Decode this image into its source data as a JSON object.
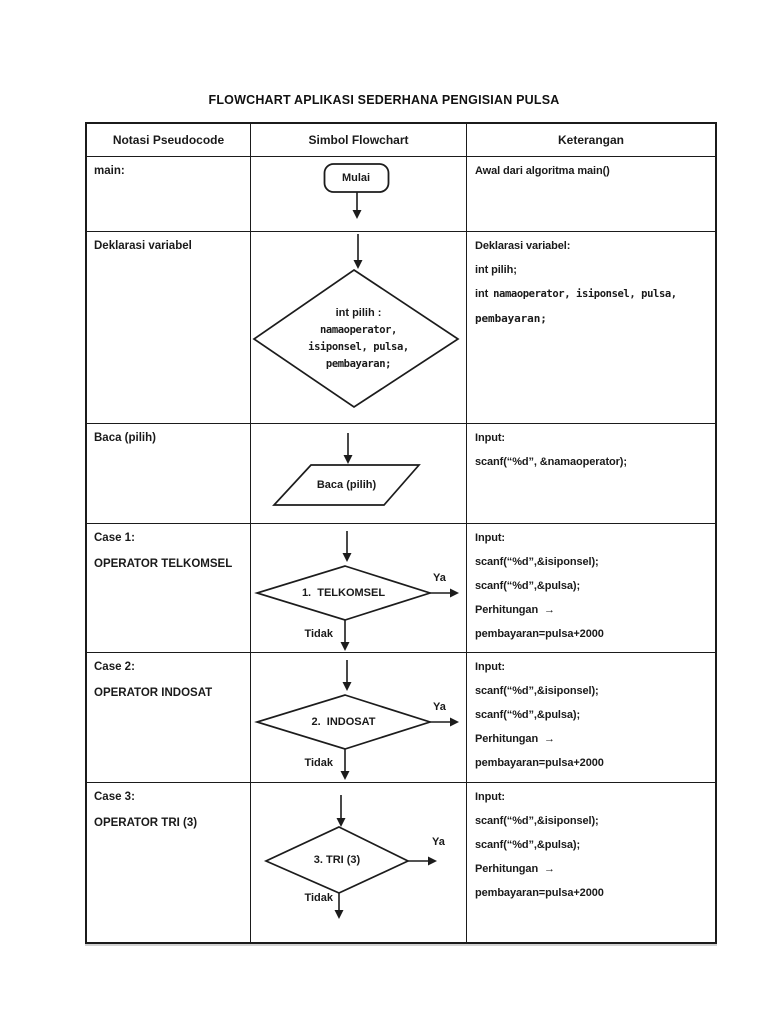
{
  "page": {
    "title": "FLOWCHART APLIKASI SEDERHANA PENGISIAN PULSA"
  },
  "table": {
    "headers": [
      "Notasi Pseudocode",
      "Simbol Flowchart",
      "Keterangan"
    ],
    "rows": [
      {
        "pseudo": [
          "main:"
        ],
        "symbol": {
          "type": "terminator",
          "label": "Mulai"
        },
        "ket": [
          "Awal dari algoritma main()"
        ]
      },
      {
        "pseudo": [
          "Deklarasi variabel"
        ],
        "symbol": {
          "type": "decision",
          "lines": [
            "int pilih :",
            "namaoperator,",
            "isiponsel, pulsa,",
            "pembayaran;"
          ]
        },
        "ket": [
          "Deklarasi variabel:",
          "int pilih;"
        ],
        "ket_mixed": {
          "prefix": "int",
          "code": "namaoperator, isiponsel, pulsa,"
        },
        "ket_code": "pembayaran;"
      },
      {
        "pseudo": [
          "Baca (pilih)"
        ],
        "symbol": {
          "type": "io",
          "label": "Baca (pilih)"
        },
        "ket": [
          "Input:",
          "scanf(“%d”, &namaoperator);"
        ]
      },
      {
        "pseudo": [
          "Case 1:",
          "OPERATOR TELKOMSEL"
        ],
        "symbol": {
          "type": "decision",
          "label": "1.  TELKOMSEL",
          "yes": "Ya",
          "no": "Tidak"
        },
        "ket": [
          "Input:",
          "scanf(“%d”,&isiponsel);",
          "scanf(“%d”,&pulsa);",
          "Perhitungan  →",
          "pembayaran=pulsa+2000"
        ]
      },
      {
        "pseudo": [
          "Case 2:",
          "OPERATOR INDOSAT"
        ],
        "symbol": {
          "type": "decision",
          "label": "2.  INDOSAT",
          "yes": "Ya",
          "no": "Tidak"
        },
        "ket": [
          "Input:",
          "scanf(“%d”,&isiponsel);",
          "scanf(“%d”,&pulsa);",
          "Perhitungan  →",
          "pembayaran=pulsa+2000"
        ]
      },
      {
        "pseudo": [
          "Case 3:",
          "OPERATOR TRI (3)"
        ],
        "symbol": {
          "type": "decision",
          "label": "3. TRI (3)",
          "yes": "Ya",
          "no": "Tidak"
        },
        "ket": [
          "Input:",
          "scanf(“%d”,&isiponsel);",
          "scanf(“%d”,&pulsa);",
          "Perhitungan  →",
          "pembayaran=pulsa+2000"
        ]
      }
    ]
  }
}
